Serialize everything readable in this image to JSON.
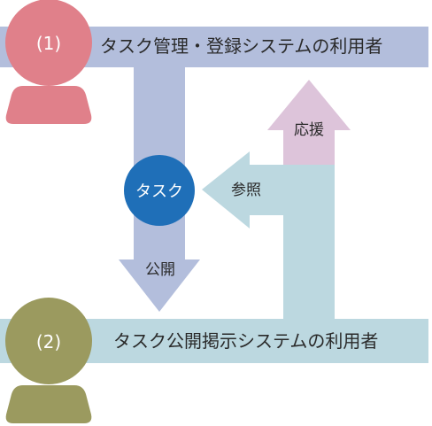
{
  "colors": {
    "user1": "#e0808a",
    "user2": "#9b9a5f",
    "publish_flow": "#b3bedc",
    "reference_flow": "#bcd8e0",
    "support_flow": "#ddc4da",
    "task_node": "#1f6fb8"
  },
  "actors": [
    {
      "id": "user1",
      "number_label": "(1)",
      "band_label": "タスク管理・登録システムの利用者"
    },
    {
      "id": "user2",
      "number_label": "(2)",
      "band_label": "タスク公開掲示システムの利用者"
    }
  ],
  "task_node": {
    "label": "タスク"
  },
  "flows": {
    "publish": {
      "label": "公開"
    },
    "reference": {
      "label": "参照"
    },
    "support": {
      "label": "応援"
    }
  },
  "icons": [
    "person-icon",
    "person-icon"
  ]
}
